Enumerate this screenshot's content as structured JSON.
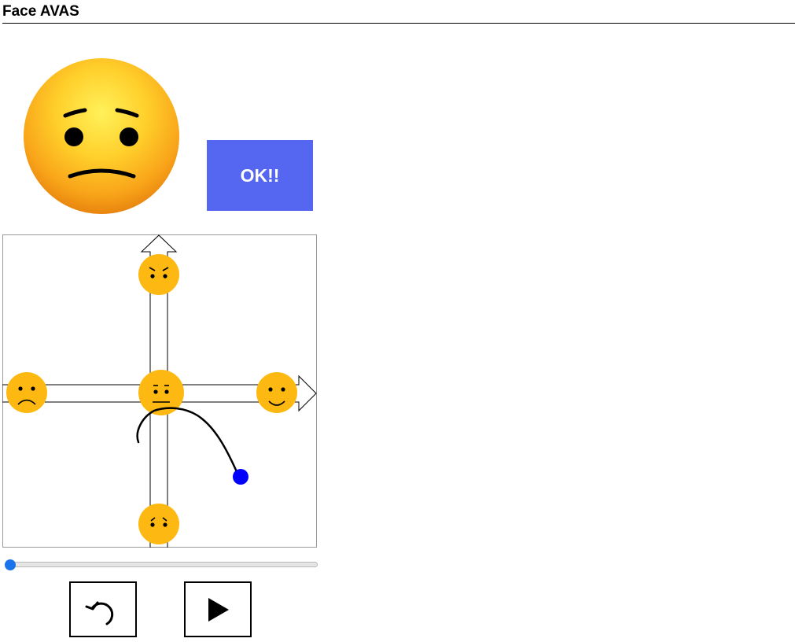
{
  "header": {
    "title": "Face AVAS"
  },
  "ok_button": {
    "label": "OK!!",
    "color": "#5567f0"
  },
  "current_face": {
    "icon": "worried-face-icon"
  },
  "pad": {
    "arrows": {
      "horizontal": "right-arrow-icon",
      "vertical": "up-arrow-icon"
    },
    "faces": {
      "top": "angry-face-icon",
      "left": "sad-face-icon",
      "center": "neutral-face-icon",
      "right": "happy-face-icon",
      "bottom": "worried-face-icon"
    },
    "face_color": "#fdb812",
    "cursor_color": "#0000ff"
  },
  "slider": {
    "value": 0,
    "min": 0,
    "max": 100,
    "thumb_color": "#1a73e8"
  },
  "controls": {
    "undo_icon": "undo-icon",
    "play_icon": "play-icon"
  }
}
